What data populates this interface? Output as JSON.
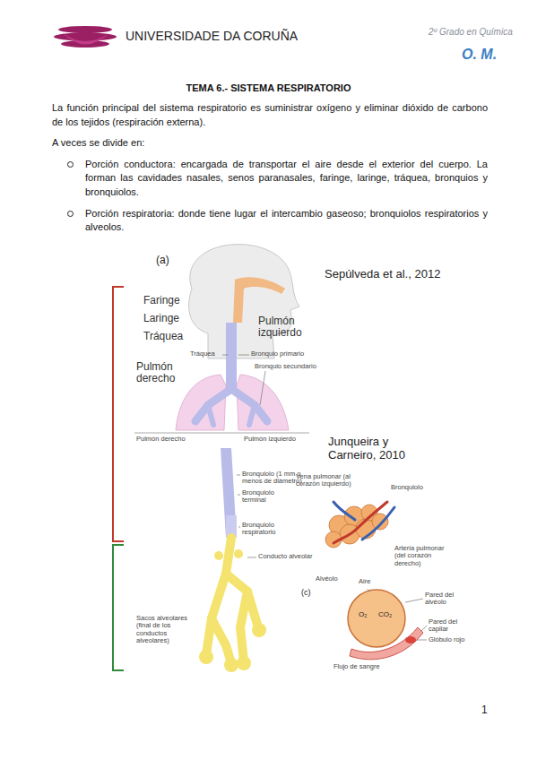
{
  "diagram": {
    "title": "TEMA 6.- SISTEMA RESPIRATORIO",
    "labels": [
      "UNIVERSIDADE DA CORUÑA",
      "2º Grado en Química",
      "O. M.",
      "La función principal del sistema respiratorio es suministrar oxígeno y eliminar dióxido de carbono de los tejidos (respiración externa).",
      "A veces se divide en:",
      "Porción conductora: encargada de transportar el aire desde el exterior del cuerpo. La forman las cavidades nasales, senos paranasales, faringe, laringe, tráquea, bronquios y bronquiolos.",
      "Porción respiratoria: donde tiene lugar el intercambio gaseoso; bronquiolos respiratorios y alveolos.",
      "(a)",
      "Sepúlveda et al., 2012",
      "Faringe",
      "Laringe",
      "Tráquea",
      "Pulmón izquierdo",
      "Pulmón derecho",
      "Tráquea",
      "Bronquio primario",
      "Bronquio secundario",
      "Pulmón derecho",
      "Pulmón izquierdo",
      "Junqueira y Carneiro, 2010",
      "Bronquiolo (1 mm o menos de diámetro)",
      "Bronquiolo terminal",
      "Bronquiolo respiratorio",
      "Conducto alveolar",
      "Sacos alveolares (final de los conductos alveolares)",
      "Vena pulmonar (al corazón izquierdo)",
      "Bronquiolo",
      "Arteria pulmonar (del corazón derecho)",
      "Alvéolo",
      "Aire",
      "Pared del alvéolo",
      "Pared del capilar",
      "Glóbulo rojo",
      "Flujo de sangre",
      "O₂",
      "CO₂",
      "(c)",
      "1"
    ]
  }
}
